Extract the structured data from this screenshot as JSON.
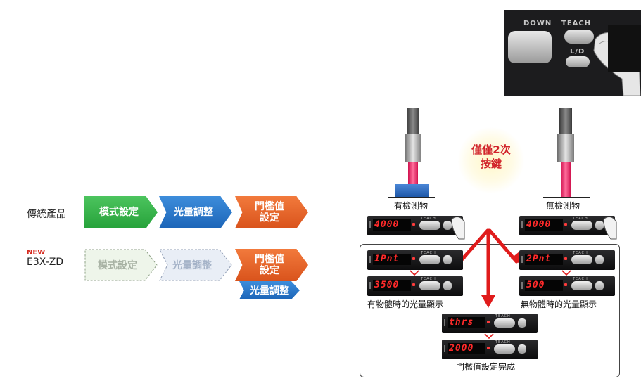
{
  "left": {
    "traditional": {
      "label": "傳統產品",
      "steps": [
        "模式設定",
        "光量調整",
        "門檻值\n設定"
      ]
    },
    "new_product": {
      "badge": "NEW",
      "label": "E3X-ZD",
      "steps": [
        "模式設定",
        "光量調整",
        "門檻值\n設定"
      ],
      "extra_step": "光量調整"
    }
  },
  "photo": {
    "down_label": "DOWN",
    "teach_label": "TEACH",
    "ld_label": "L/D"
  },
  "right": {
    "with_object": "有檢測物",
    "without_object": "無檢測物",
    "bubble": "僅僅2次\n按鍵",
    "amp_tiny": "TEACH",
    "displays": {
      "top_left": "4000",
      "top_right": "4000",
      "mid_left": "1Pnt",
      "mid_right": "2Pnt",
      "low_left": "3500",
      "low_right": "500",
      "center_a": "thrs",
      "center_b": "2000"
    },
    "caption_left": "有物體時的光量顯示",
    "caption_right": "無物體時的光量顯示",
    "caption_center": "門檻值設定完成"
  },
  "colors": {
    "green": "#2fa845",
    "blue": "#1f6cc0",
    "orange": "#e0602a",
    "red_accent": "#d62a1f"
  }
}
